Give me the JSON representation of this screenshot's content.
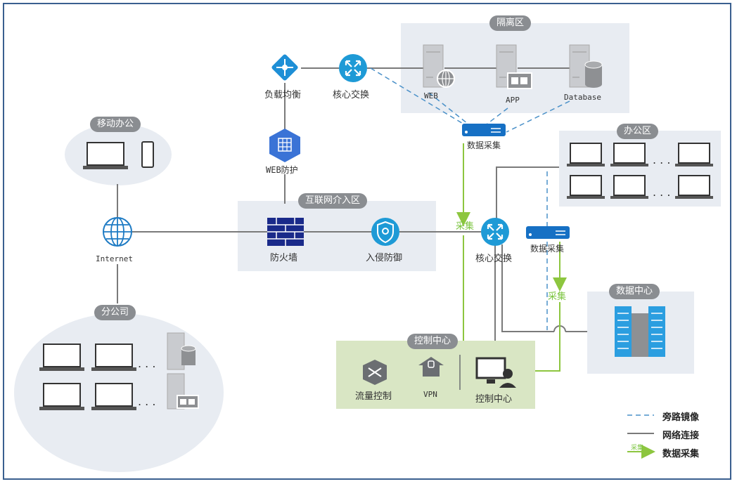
{
  "zones": {
    "isolation": "隔离区",
    "mobile": "移动办公",
    "office": "办公区",
    "internet_access": "互联网介入区",
    "branch": "分公司",
    "datacenter": "数据中心",
    "control": "控制中心"
  },
  "nodes": {
    "load_balancer": "负载均衡",
    "core_switch_top": "核心交换",
    "web": "WEB",
    "app": "APP",
    "database": "Database",
    "collector_top": "数据采集",
    "web_protect": "WEB防护",
    "internet": "Internet",
    "firewall": "防火墙",
    "ips": "入侵防御",
    "core_switch_mid": "核心交换",
    "collector_mid": "数据采集",
    "flow_control": "流量控制",
    "vpn": "VPN",
    "control_center": "控制中心",
    "collect_label_a": "采集",
    "collect_label_b": "采集",
    "dots": ". . ."
  },
  "legend": {
    "mirror": "旁路镜像",
    "network": "网络连接",
    "collect": "数据采集",
    "collect_arrow_text": "采集"
  },
  "colors": {
    "blue": "#1e9ad6",
    "navy": "#1a2a8a",
    "gray_line": "#7a7a7a",
    "dashed": "#4a90c8",
    "green": "#8dc63f",
    "zone_bg": "#e8ecf2",
    "control_bg": "#d9e6c4"
  }
}
